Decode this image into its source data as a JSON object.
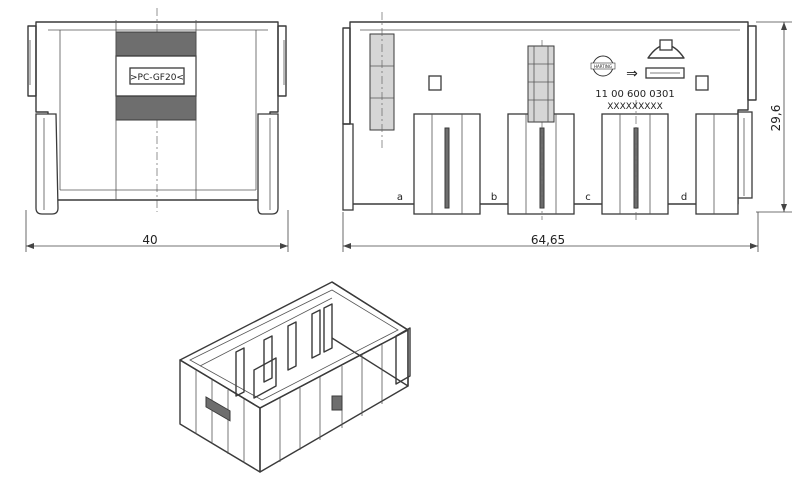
{
  "drawing": {
    "front_view": {
      "label_plate": ">PC-GF20<",
      "width_dimension": "40"
    },
    "side_view": {
      "part_number": "11 00 600 0301",
      "date_code": "XXXXXXXXX",
      "brand_badge": "HARTING",
      "length_dimension": "64,65",
      "height_dimension": "29,6",
      "slot_letters": [
        "a",
        "b",
        "c",
        "d"
      ]
    },
    "isometric_view": {
      "id": "connector-frame-3d"
    }
  }
}
